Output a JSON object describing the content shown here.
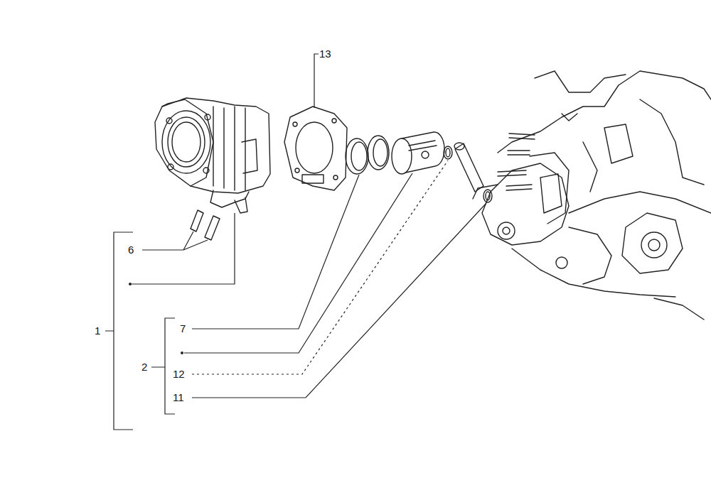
{
  "diagram": {
    "labels": [
      "13",
      "6",
      "1",
      "7",
      "2",
      "12",
      "11"
    ]
  }
}
